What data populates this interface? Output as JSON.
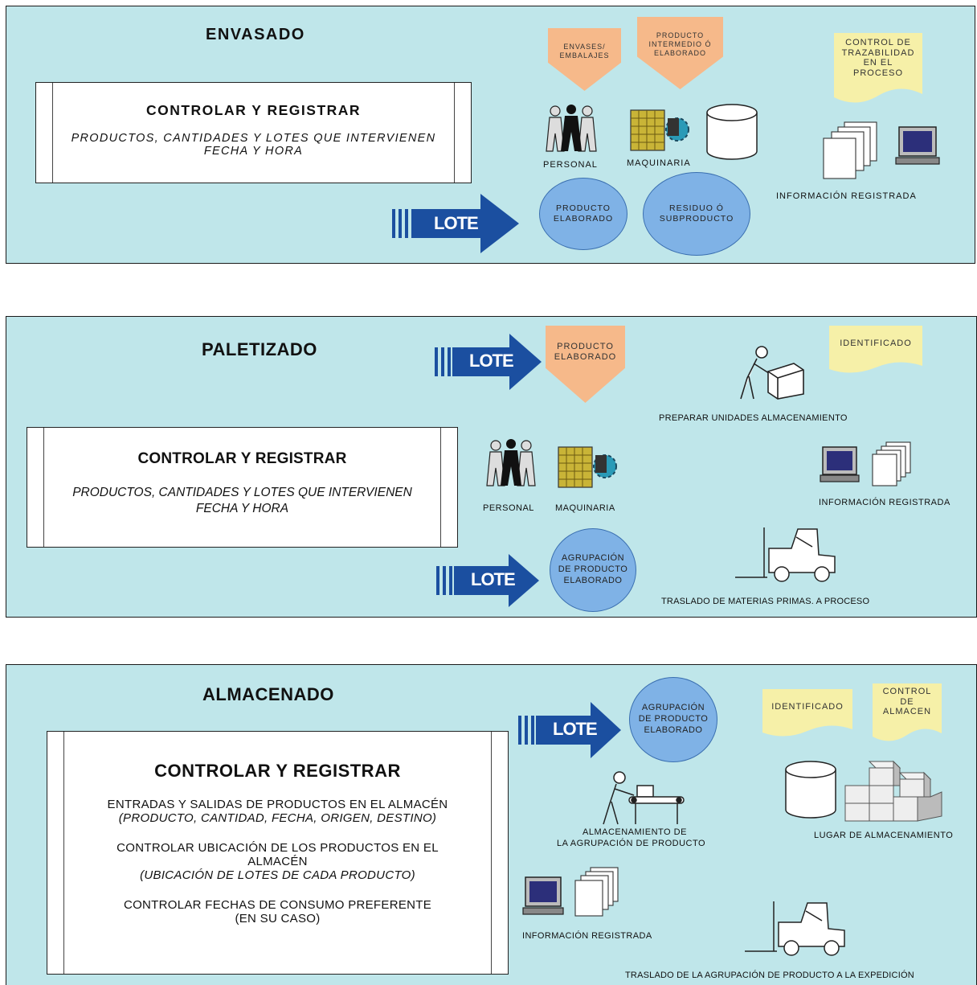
{
  "envasado": {
    "title": "ENVASADO",
    "box_title": "CONTROLAR Y REGISTRAR",
    "box_line1": "PRODUCTOS, CANTIDADES Y LOTES QUE INTERVIENEN",
    "box_line2": "FECHA  Y HORA",
    "lote": "LOTE",
    "pent1": "ENVASES/\nEMBALAJES",
    "pent2": "PRODUCTO\nINTERMEDIO Ó\nELABORADO",
    "doc": "CONTROL DE\nTRAZABILIDAD\nEN EL\nPROCESO",
    "personal": "PERSONAL",
    "maquinaria": "MAQUINARIA",
    "circle1": "PRODUCTO\nELABORADO",
    "circle2": "RESIDUO Ó\nSUBPRODUCTO",
    "info": "INFORMACIÓN REGISTRADA"
  },
  "paletizado": {
    "title": "PALETIZADO",
    "box_title": "CONTROLAR Y REGISTRAR",
    "box_line1": "PRODUCTOS, CANTIDADES Y LOTES QUE INTERVIENEN",
    "box_line2": "FECHA  Y HORA",
    "lote1": "LOTE",
    "lote2": "LOTE",
    "pent": "PRODUCTO\nELABORADO",
    "doc": "IDENTIFICADO",
    "preparar": "PREPARAR UNIDADES ALMACENAMIENTO",
    "personal": "PERSONAL",
    "maquinaria": "MAQUINARIA",
    "info": "INFORMACIÓN REGISTRADA",
    "circle": "AGRUPACIÓN\nDE PRODUCTO\nELABORADO",
    "traslado": "TRASLADO DE MATERIAS PRIMAS. A PROCESO"
  },
  "almacenado": {
    "title": "ALMACENADO",
    "box_title": "CONTROLAR Y REGISTRAR",
    "p1a": "ENTRADAS Y SALIDAS  DE PRODUCTOS EN EL ALMACÉN",
    "p1b": "(PRODUCTO, CANTIDAD, FECHA, ORIGEN, DESTINO)",
    "p2a": "CONTROLAR UBICACIÓN DE LOS PRODUCTOS EN EL",
    "p2b": "ALMACÉN",
    "p2c": "(UBICACIÓN DE LOTES DE CADA PRODUCTO)",
    "p3a": "CONTROLAR FECHAS DE CONSUMO PREFERENTE",
    "p3b": "(EN SU CASO)",
    "lote": "LOTE",
    "circle": "AGRUPACIÓN\nDE PRODUCTO\nELABORADO",
    "doc1": "IDENTIFICADO",
    "doc2": "CONTROL\nDE\nALMACEN",
    "almac1": "ALMACENAMIENTO DE",
    "almac2": "LA AGRUPACIÓN DE PRODUCTO",
    "lugar": "LUGAR DE ALMACENAMIENTO",
    "info": "INFORMACIÓN REGISTRADA",
    "traslado": "TRASLADO DE LA AGRUPACIÓN DE PRODUCTO A LA EXPEDICIÓN"
  }
}
